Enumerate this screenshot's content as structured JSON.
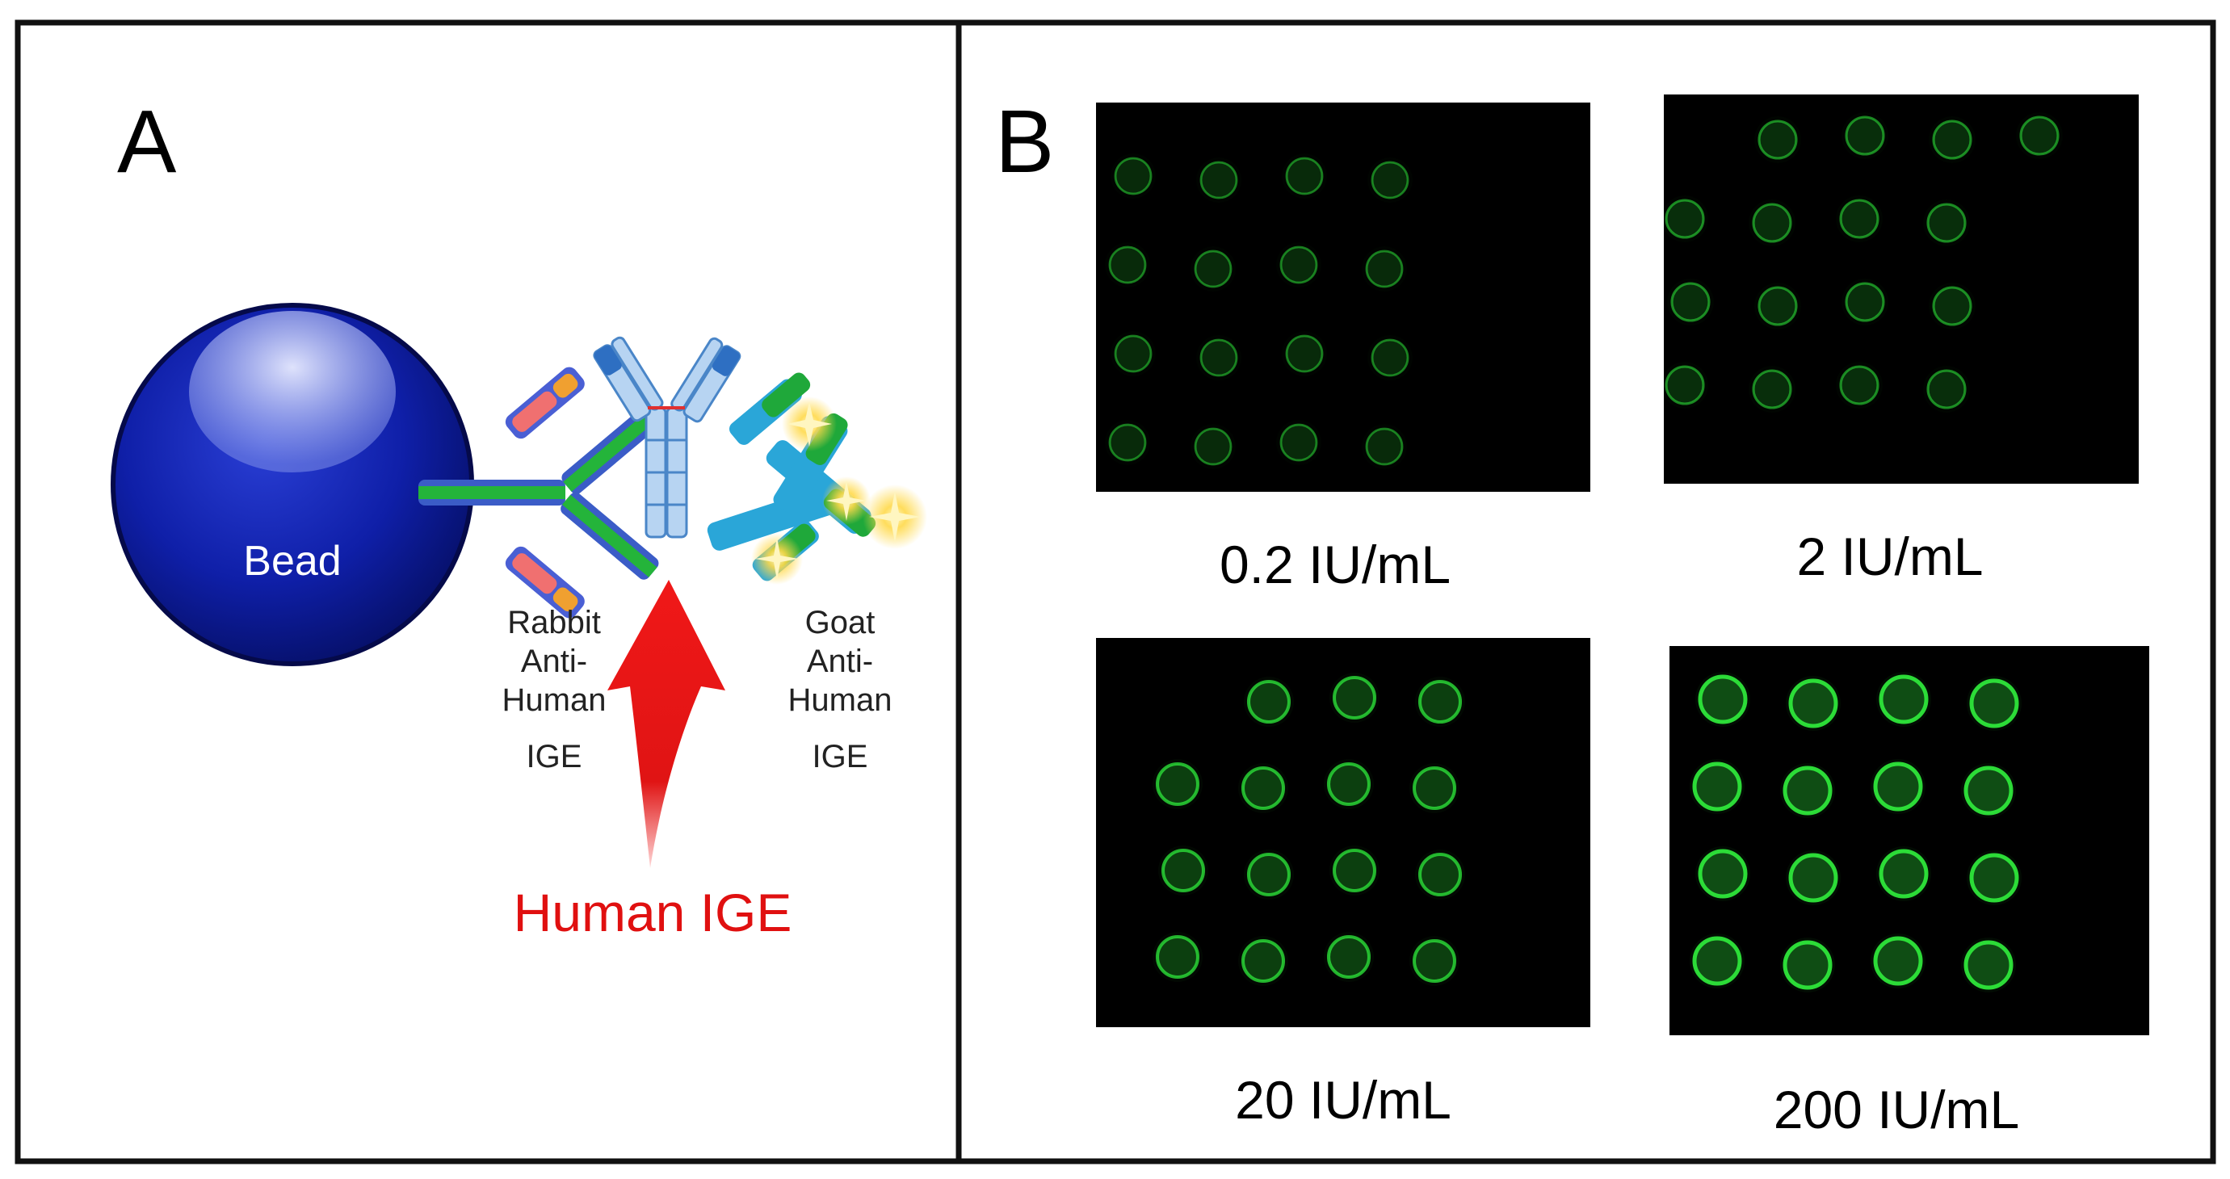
{
  "panel_a": {
    "letter": "A",
    "bead_label": "Bead",
    "rabbit_label": [
      "Rabbit",
      "Anti-",
      "Human",
      "IGE"
    ],
    "goat_label": [
      "Goat",
      "Anti-",
      "Human",
      "IGE"
    ],
    "analyte_label": "Human IGE"
  },
  "panel_b": {
    "letter": "B",
    "images": [
      {
        "caption": "0.2 IU/mL",
        "well_rows": 4,
        "well_cols": 4,
        "spots_per_row": [
          4,
          4,
          4,
          4
        ],
        "intensity": 0.28
      },
      {
        "caption": "2 IU/mL",
        "well_rows": 4,
        "well_cols": 4,
        "spots_per_row": [
          4,
          4,
          4,
          4
        ],
        "intensity": 0.36
      },
      {
        "caption": "20 IU/mL",
        "well_rows": 4,
        "well_cols": 4,
        "spots_per_row": [
          3,
          4,
          4,
          4
        ],
        "intensity": 0.7
      },
      {
        "caption": "200 IU/mL",
        "well_rows": 4,
        "well_cols": 4,
        "spots_per_row": [
          4,
          4,
          4,
          4
        ],
        "intensity": 1.0
      }
    ]
  },
  "colors": {
    "bead": "#0a1a9e",
    "analyte_arrow": "#e01010",
    "fluor_green": "#2ee63a",
    "microscopy_bg": "#000000"
  }
}
